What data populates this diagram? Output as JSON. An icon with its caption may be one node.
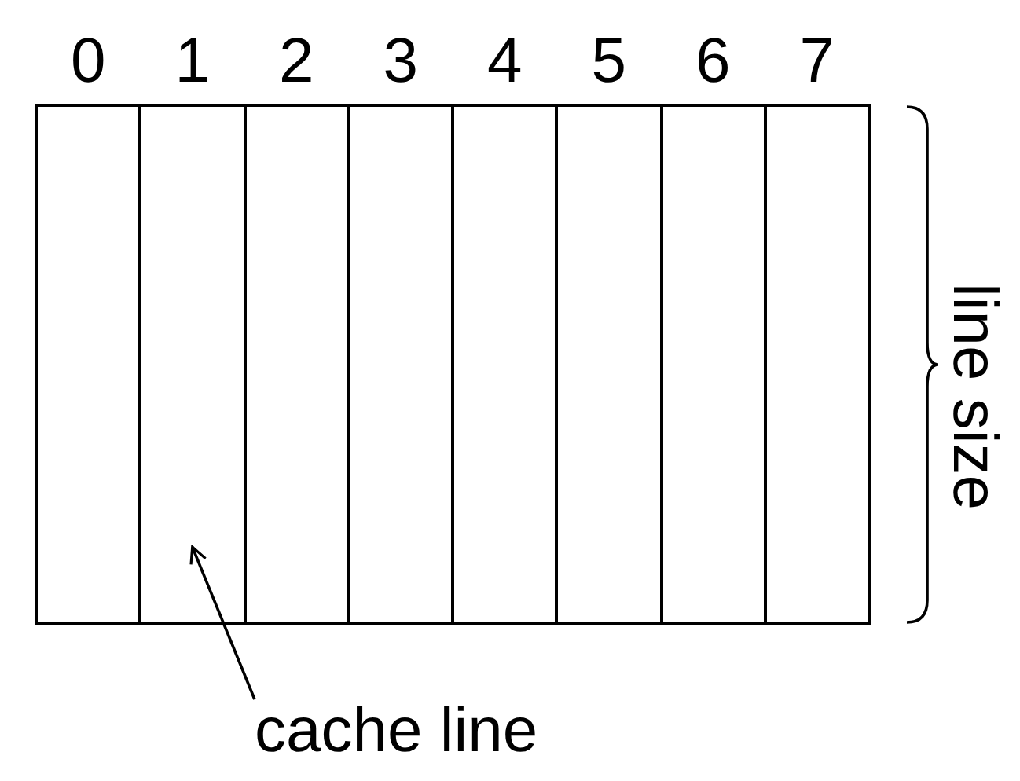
{
  "diagram": {
    "nodes": [
      {
        "text": [
          "0"
        ]
      },
      {
        "text": [
          "1"
        ]
      },
      {
        "text": [
          "2"
        ]
      },
      {
        "text": [
          "3"
        ]
      },
      {
        "text": [
          "4"
        ]
      },
      {
        "text": [
          "5"
        ]
      },
      {
        "text": [
          "6"
        ]
      },
      {
        "text": [
          "7"
        ]
      },
      {
        "text": [
          "cache line"
        ]
      }
    ],
    "edges": [
      {
        "from": 8,
        "to": 1,
        "arrow": "to"
      }
    ],
    "labels": [
      "line size"
    ]
  }
}
